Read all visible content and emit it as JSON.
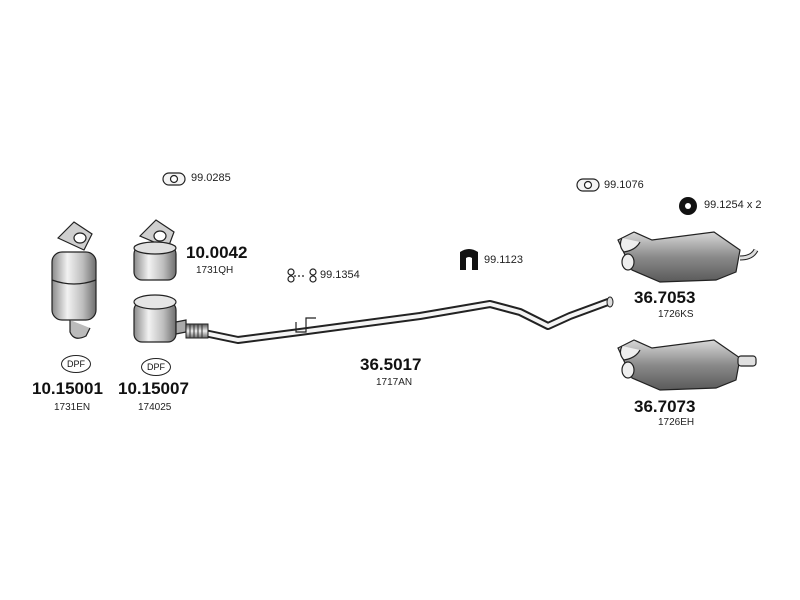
{
  "parts": [
    {
      "id": "p10_15001",
      "part_number": "10.15001",
      "code": "1731EN",
      "badge": "DPF"
    },
    {
      "id": "p10_15007",
      "part_number": "10.15007",
      "code": "174025",
      "badge": "DPF"
    },
    {
      "id": "p10_0042",
      "part_number": "10.0042",
      "code": "1731QH"
    },
    {
      "id": "p36_5017",
      "part_number": "36.5017",
      "code": "1717AN"
    },
    {
      "id": "p36_7053",
      "part_number": "36.7053",
      "code": "1726KS"
    },
    {
      "id": "p36_7073",
      "part_number": "36.7073",
      "code": "1726EH"
    }
  ],
  "accessories": [
    {
      "id": "gasket_a",
      "label": "99.0285",
      "icon": "gasket-icon"
    },
    {
      "id": "clamp",
      "label": "99.1354",
      "icon": "clamp-spring-icon"
    },
    {
      "id": "rubber_mount",
      "label": "99.1123",
      "icon": "rubber-mount-icon"
    },
    {
      "id": "gasket_b",
      "label": "99.1076",
      "icon": "gasket-icon"
    },
    {
      "id": "ring_mount",
      "label": "99.1254 x 2",
      "icon": "rubber-ring-icon"
    }
  ]
}
